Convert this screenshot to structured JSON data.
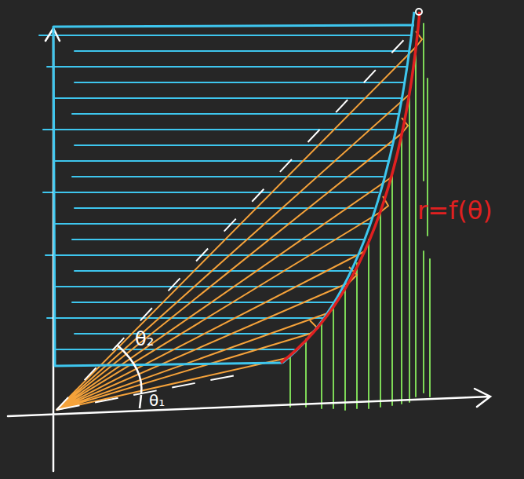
{
  "diagram": {
    "labels": [
      "θ₂",
      "θ₁",
      "r=f(θ)"
    ]
  }
}
